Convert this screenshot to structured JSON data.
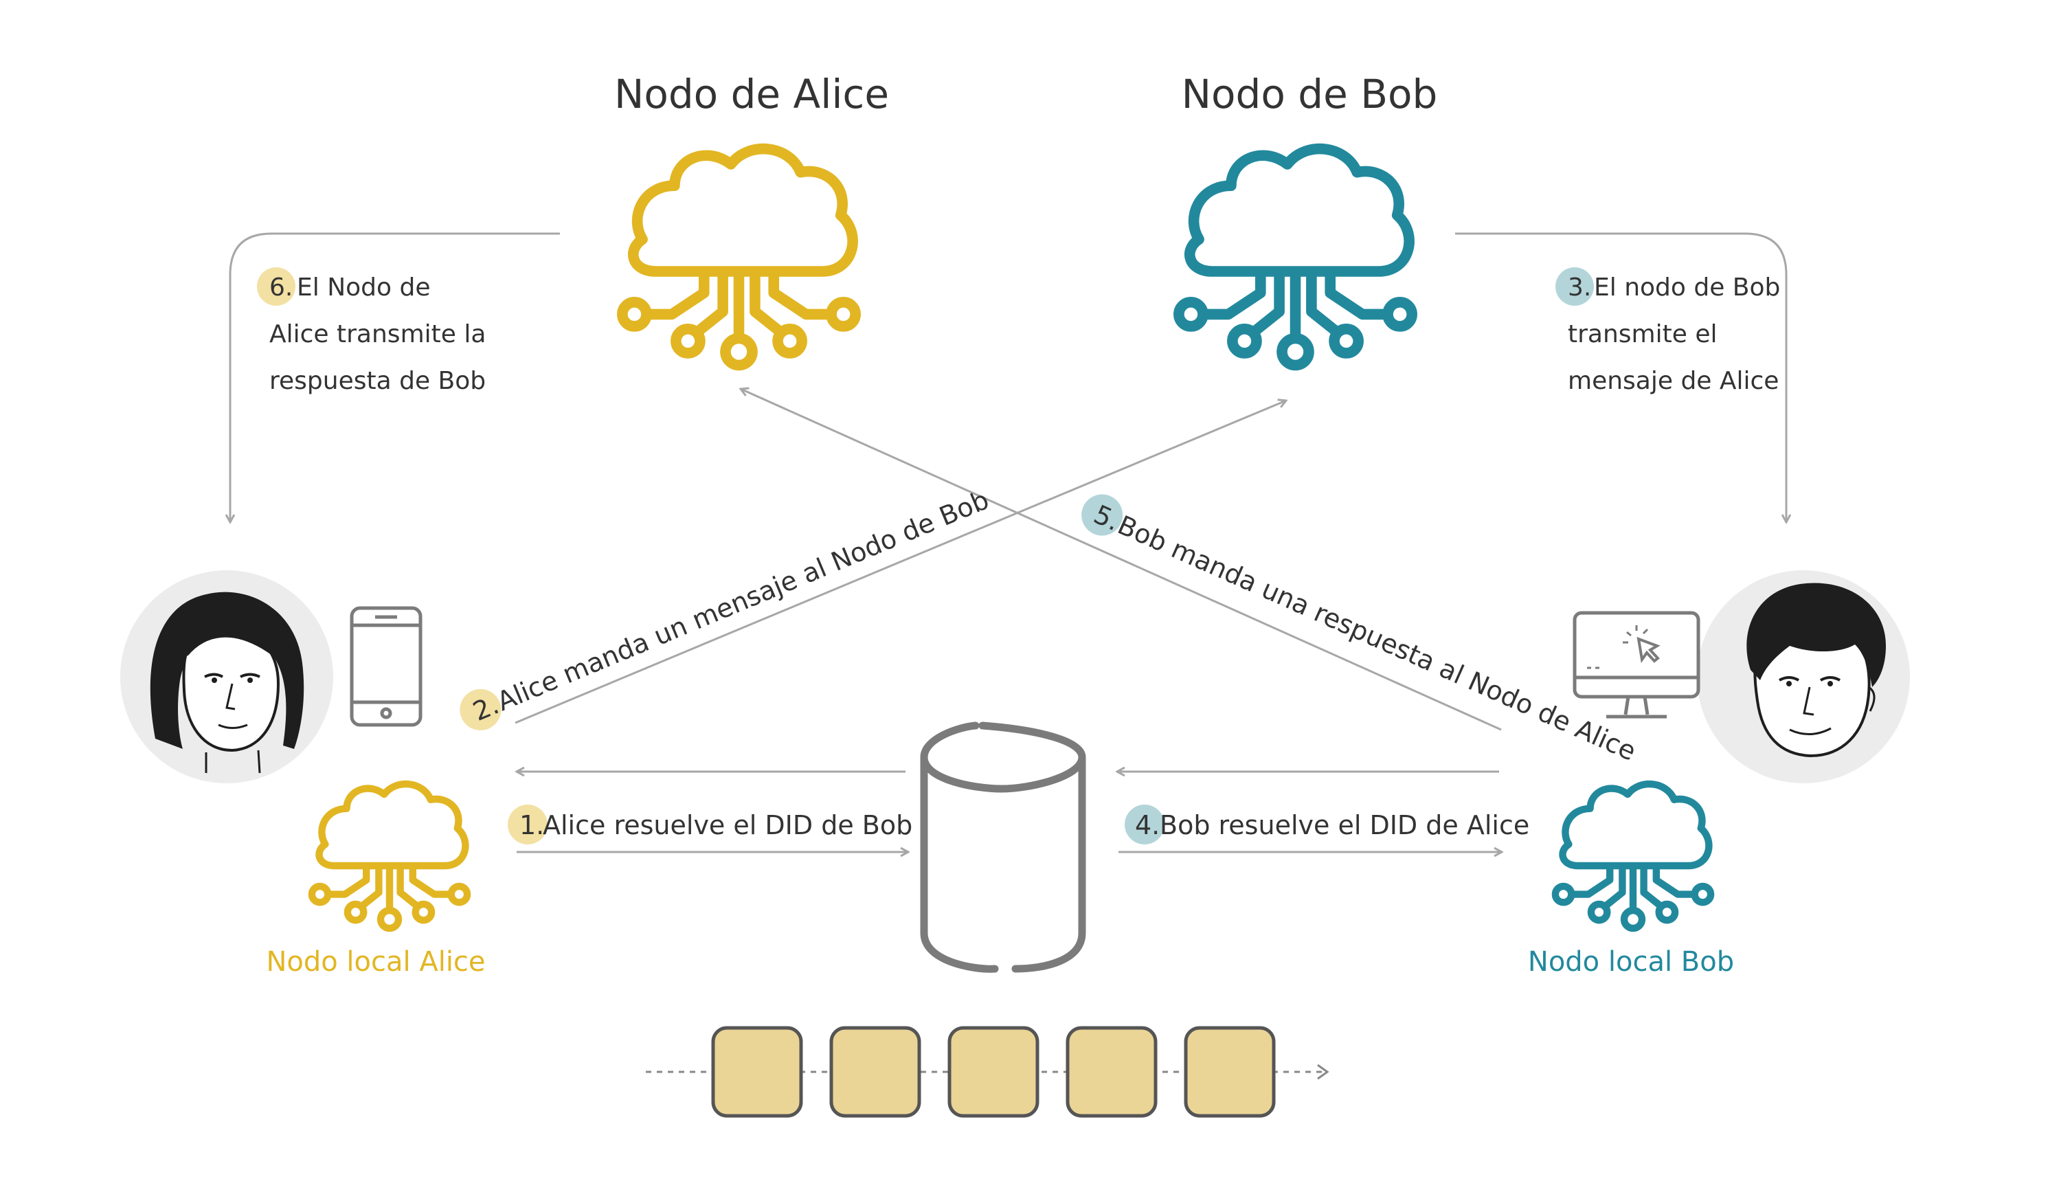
{
  "colors": {
    "alice": "#e2b623",
    "bob": "#22899d",
    "gray": "#a7a7a7",
    "dark_gray": "#7b7b7b",
    "text": "#333333",
    "badge_alice": "#f3e0a3",
    "badge_bob": "#b3d5da",
    "block_fill": "#ead596",
    "avatar_bg": "#ececec"
  },
  "titles": {
    "alice_node": "Nodo de Alice",
    "bob_node": "Nodo de Bob"
  },
  "local_nodes": {
    "alice": "Nodo local Alice",
    "bob": "Nodo local Bob"
  },
  "steps": {
    "s1": {
      "num": "1.",
      "text": "Alice resuelve el DID de Bob"
    },
    "s2": {
      "num": "2.",
      "text": "Alice manda un mensaje al Nodo de Bob"
    },
    "s3": {
      "num": "3.",
      "lines": [
        "El nodo de Bob",
        "transmite el",
        "mensaje de Alice"
      ]
    },
    "s4": {
      "num": "4.",
      "text": "Bob resuelve el DID de Alice"
    },
    "s5": {
      "num": "5.",
      "text": "Bob manda una respuesta al Nodo de Alice"
    },
    "s6": {
      "num": "6.",
      "lines": [
        "El Nodo de",
        "Alice transmite la",
        "respuesta de Bob"
      ]
    }
  },
  "icons": {
    "alice_cloud": "cloud-network-icon",
    "bob_cloud": "cloud-network-icon",
    "phone": "smartphone-icon",
    "monitor": "desktop-monitor-icon",
    "database": "database-cylinder-icon",
    "alice_avatar": "alice-portrait",
    "bob_avatar": "bob-portrait"
  },
  "blockchain": {
    "block_count": 5
  }
}
